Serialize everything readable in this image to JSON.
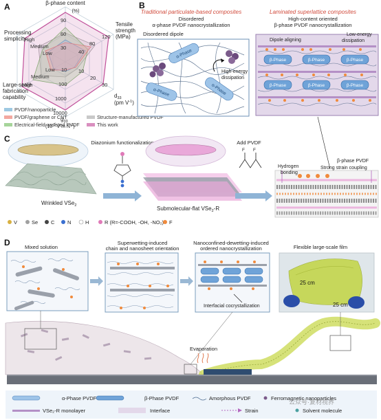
{
  "panels": {
    "a": {
      "letter": "A",
      "axes": {
        "top": "β-phase content",
        "top_unit": "(%)",
        "tr1": "Tensile",
        "tr2": "strength",
        "tr3": "(MPa)",
        "br1": "d",
        "br_sub": "33",
        "br2": "(pm V",
        "br_sup": "-1",
        "br3": ")",
        "bot1": "g",
        "bot_sub": "33",
        "bot2": "(10",
        "bot_sup": "-3",
        "bot3": " V m N",
        "bot_sup2": "-1",
        "bot4": ")",
        "bl1": "Large-scale",
        "bl2": "fabrication",
        "bl3": "capability",
        "tl1": "Processing",
        "tl2": "simplicity"
      },
      "ticks": {
        "beta": [
          "90",
          "60",
          "30"
        ],
        "tensile": [
          "120",
          "80",
          "40"
        ],
        "d33": [
          "10",
          "20",
          "30"
        ],
        "g33": [
          "10",
          "100",
          "1000",
          "10000"
        ],
        "large_scale": [
          "Low",
          "Medium",
          "High"
        ],
        "processing": [
          "High",
          "Medium",
          "Low"
        ]
      },
      "legend": [
        "PVDF/nanoparticle",
        "PVDF/graphene or CNT",
        "Electrical-field-assisted PVDF",
        "Structure-manufactured PVDF",
        "This work"
      ],
      "colors": {
        "nanoparticle": "#9ec9e2",
        "graphene": "#f3a8a0",
        "field": "#a6d49a",
        "structure": "#c9c9c9",
        "this_work": "#d98fbf"
      }
    },
    "b": {
      "letter": "B",
      "left_title": "Traditional particulate-based composites",
      "left_sub1": "Disordered",
      "left_sub2": "α-phase PVDF nanocrystallization",
      "left_label": "Disordered dipole",
      "left_label2": "High-energy",
      "left_label3": "dissipation",
      "right_title": "Laminated superlattice composites",
      "right_sub1": "High-content oriented",
      "right_sub2": "β-phase PVDF nanocrystallization",
      "right_label1": "Dipole aligning",
      "right_label2": "Low-energy",
      "right_label3": "dissipation",
      "alpha": "α-Phase",
      "beta": "β-Phase"
    },
    "c": {
      "letter": "C",
      "step1": "Diazonium functionalization",
      "step2": "Add PVDF",
      "wrinkled": "Wrinkled VSe",
      "wrinkled_sub": "2",
      "flat": "Submolecular-flat VSe",
      "flat_sub": "2",
      "flat_suffix": "-R",
      "hbond1": "Hydrogen",
      "hbond2": "bonding",
      "beta_pvdf": "β-phase PVDF",
      "strain": "Strong strain coupling",
      "atoms": [
        "V",
        "Se",
        "C",
        "N",
        "H",
        "R (R=-COOH, -OH, -NO₂)",
        "F"
      ]
    },
    "d": {
      "letter": "D",
      "box1": "Mixed solution",
      "box2a": "Superwetting-induced",
      "box2b": "chain and nanosheet orientation",
      "box3a": "Nanoconfined-dewetting-induced",
      "box3b": "ordered nanocrystallization",
      "interfacial": "Interfacial cocrystallization",
      "film": "Flexible large-scale film",
      "cm_v": "25 cm",
      "cm_h": "25 cm",
      "evaporation": "Evaporation"
    }
  },
  "legend_bottom": {
    "alpha": "α-Phase PVDF",
    "beta": "β-Phase PVDF",
    "amorphous": "Amorphous PVDF",
    "ferro": "Ferromagnetic nanoparticles",
    "monolayer": "VSe₂-R monolayer",
    "interface": "Interface",
    "strain": "Strain",
    "solvent": "Solvent molecule"
  },
  "watermark": "公众号·复材视界"
}
